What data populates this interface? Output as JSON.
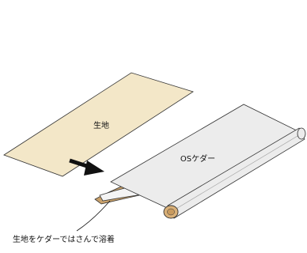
{
  "labels": {
    "fabric": "生地",
    "os_tagger": "OSケダー",
    "caption": "生地をケダーではさんで溶着"
  },
  "colors": {
    "fabric": "#f3e7c8",
    "fabric_fold": "#c8a06a",
    "sheet": "#ececec",
    "roll_end": "#d9b078",
    "arrow": "#111111",
    "outline": "#333333"
  }
}
